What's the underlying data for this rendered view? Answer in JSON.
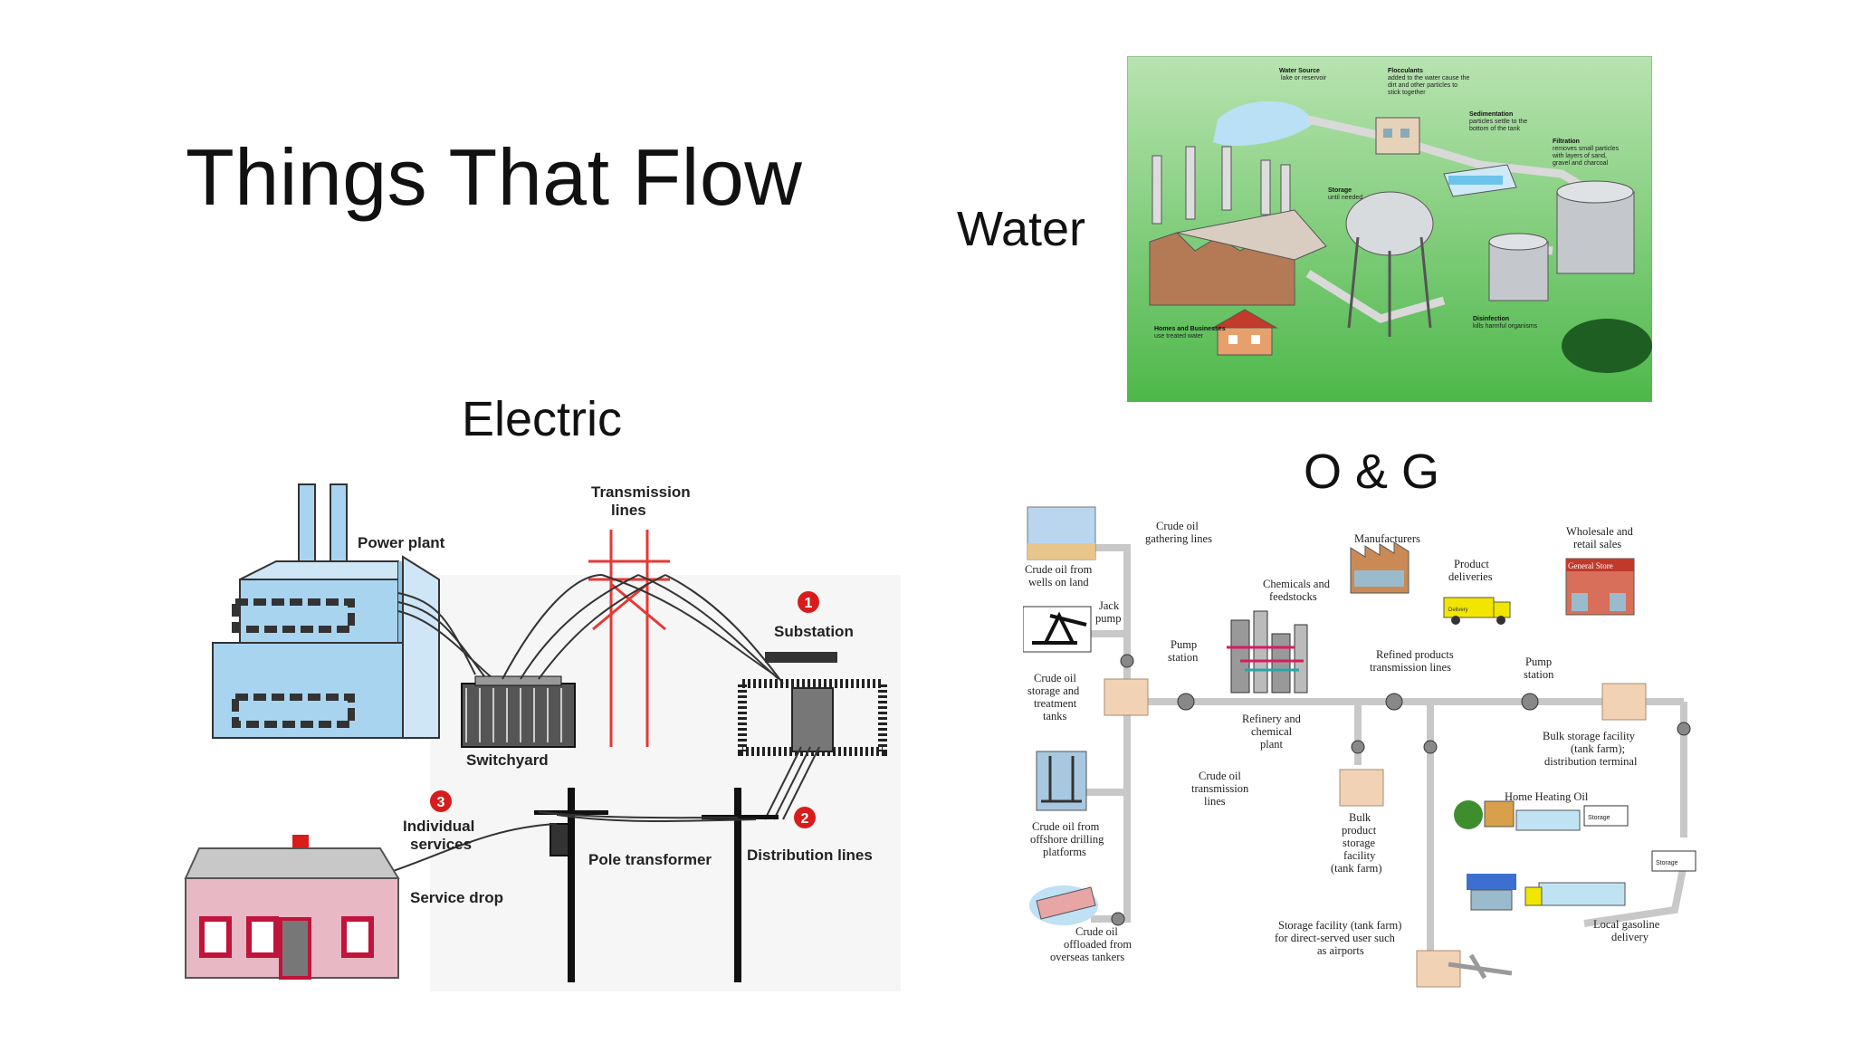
{
  "slide": {
    "title": "Things That Flow",
    "headings": {
      "water": "Water",
      "electric": "Electric",
      "oil_gas": "O & G"
    }
  },
  "electric_diagram": {
    "labels": {
      "power_plant": "Power plant",
      "transmission_lines": [
        "Transmission",
        "lines"
      ],
      "substation": "Substation",
      "switchyard": "Switchyard",
      "individual_services": [
        "Individual",
        "services"
      ],
      "pole_transformer": "Pole transformer",
      "distribution_lines": "Distribution lines",
      "service_drop": "Service drop"
    },
    "markers": [
      "1",
      "2",
      "3"
    ],
    "colors": {
      "plant": "#a9d4ef",
      "tower": "#e53935",
      "marker": "#d81b1b",
      "house": "#e8b8c4",
      "roof": "#8a8a8a"
    }
  },
  "water_diagram": {
    "labels": {
      "water_source": [
        "Water Source",
        "lake or reservoir"
      ],
      "flocculants": [
        "Flocculants",
        "added to the water cause the",
        "dirt and other particles to",
        "stick together"
      ],
      "sedimentation": [
        "Sedimentation",
        "particles settle to the",
        "bottom of the tank"
      ],
      "filtration": [
        "Filtration",
        "removes small particles",
        "with layers of sand,",
        "gravel and charcoal"
      ],
      "storage": [
        "Storage",
        "until needed"
      ],
      "disinfection": [
        "Disinfection",
        "kills harmful organisms"
      ],
      "homes": [
        "Homes and Businesses",
        "use treated water"
      ]
    },
    "colors": {
      "background": "#7cc977",
      "water": "#a8d8f0",
      "building": "#b07050"
    }
  },
  "oil_gas_diagram": {
    "labels": {
      "crude_gathering": [
        "Crude oil",
        "gathering lines"
      ],
      "crude_wells": [
        "Crude oil from",
        "wells on land"
      ],
      "jack_pump": [
        "Jack",
        "pump"
      ],
      "crude_storage": [
        "Crude oil",
        "storage and",
        "treatment",
        "tanks"
      ],
      "pump_station_1": [
        "Pump",
        "station"
      ],
      "chemicals": [
        "Chemicals and",
        "feedstocks"
      ],
      "manufacturers": "Manufacturers",
      "product_deliveries": [
        "Product",
        "deliveries"
      ],
      "wholesale": [
        "Wholesale and",
        "retail sales"
      ],
      "general_store": "General Store",
      "delivery": "Delivery",
      "refined_lines": [
        "Refined products",
        "transmission lines"
      ],
      "pump_station_2": [
        "Pump",
        "station"
      ],
      "refinery": [
        "Refinery and",
        "chemical",
        "plant"
      ],
      "crude_transmission": [
        "Crude oil",
        "transmission",
        "lines"
      ],
      "bulk_storage_facility": [
        "Bulk storage facility",
        "(tank farm);",
        "distribution terminal"
      ],
      "bulk_product": [
        "Bulk",
        "product",
        "storage",
        "facility",
        "(tank farm)"
      ],
      "home_heating": "Home Heating Oil",
      "offshore": [
        "Crude oil from",
        "offshore drilling",
        "platforms"
      ],
      "storage_tank_label": "Storage",
      "offloaded": [
        "Crude oil",
        "offloaded from",
        "overseas tankers"
      ],
      "direct_served": [
        "Storage facility (tank farm)",
        "for direct-served user such",
        "as airports"
      ],
      "local_gasoline": [
        "Local gasoline",
        "delivery"
      ]
    },
    "colors": {
      "pipe": "#c8c8c8",
      "tank": "#f0c8a8"
    }
  }
}
